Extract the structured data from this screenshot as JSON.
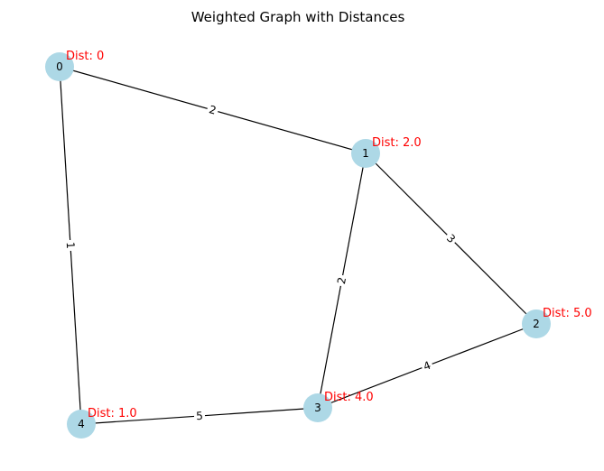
{
  "title": "Weighted Graph with Distances",
  "colors": {
    "node_fill": "#add8e6",
    "edge": "#000000",
    "distance_text": "#ff0000",
    "background": "#ffffff"
  },
  "nodes": [
    {
      "id": "0",
      "label": "0",
      "distance": "Dist: 0"
    },
    {
      "id": "1",
      "label": "1",
      "distance": "Dist: 2.0"
    },
    {
      "id": "2",
      "label": "2",
      "distance": "Dist: 5.0"
    },
    {
      "id": "3",
      "label": "3",
      "distance": "Dist: 4.0"
    },
    {
      "id": "4",
      "label": "4",
      "distance": "Dist: 1.0"
    }
  ],
  "edges": [
    {
      "source": "0",
      "target": "1",
      "weight": "2"
    },
    {
      "source": "0",
      "target": "4",
      "weight": "1"
    },
    {
      "source": "1",
      "target": "2",
      "weight": "3"
    },
    {
      "source": "1",
      "target": "3",
      "weight": "2"
    },
    {
      "source": "2",
      "target": "3",
      "weight": "4"
    },
    {
      "source": "3",
      "target": "4",
      "weight": "5"
    }
  ]
}
